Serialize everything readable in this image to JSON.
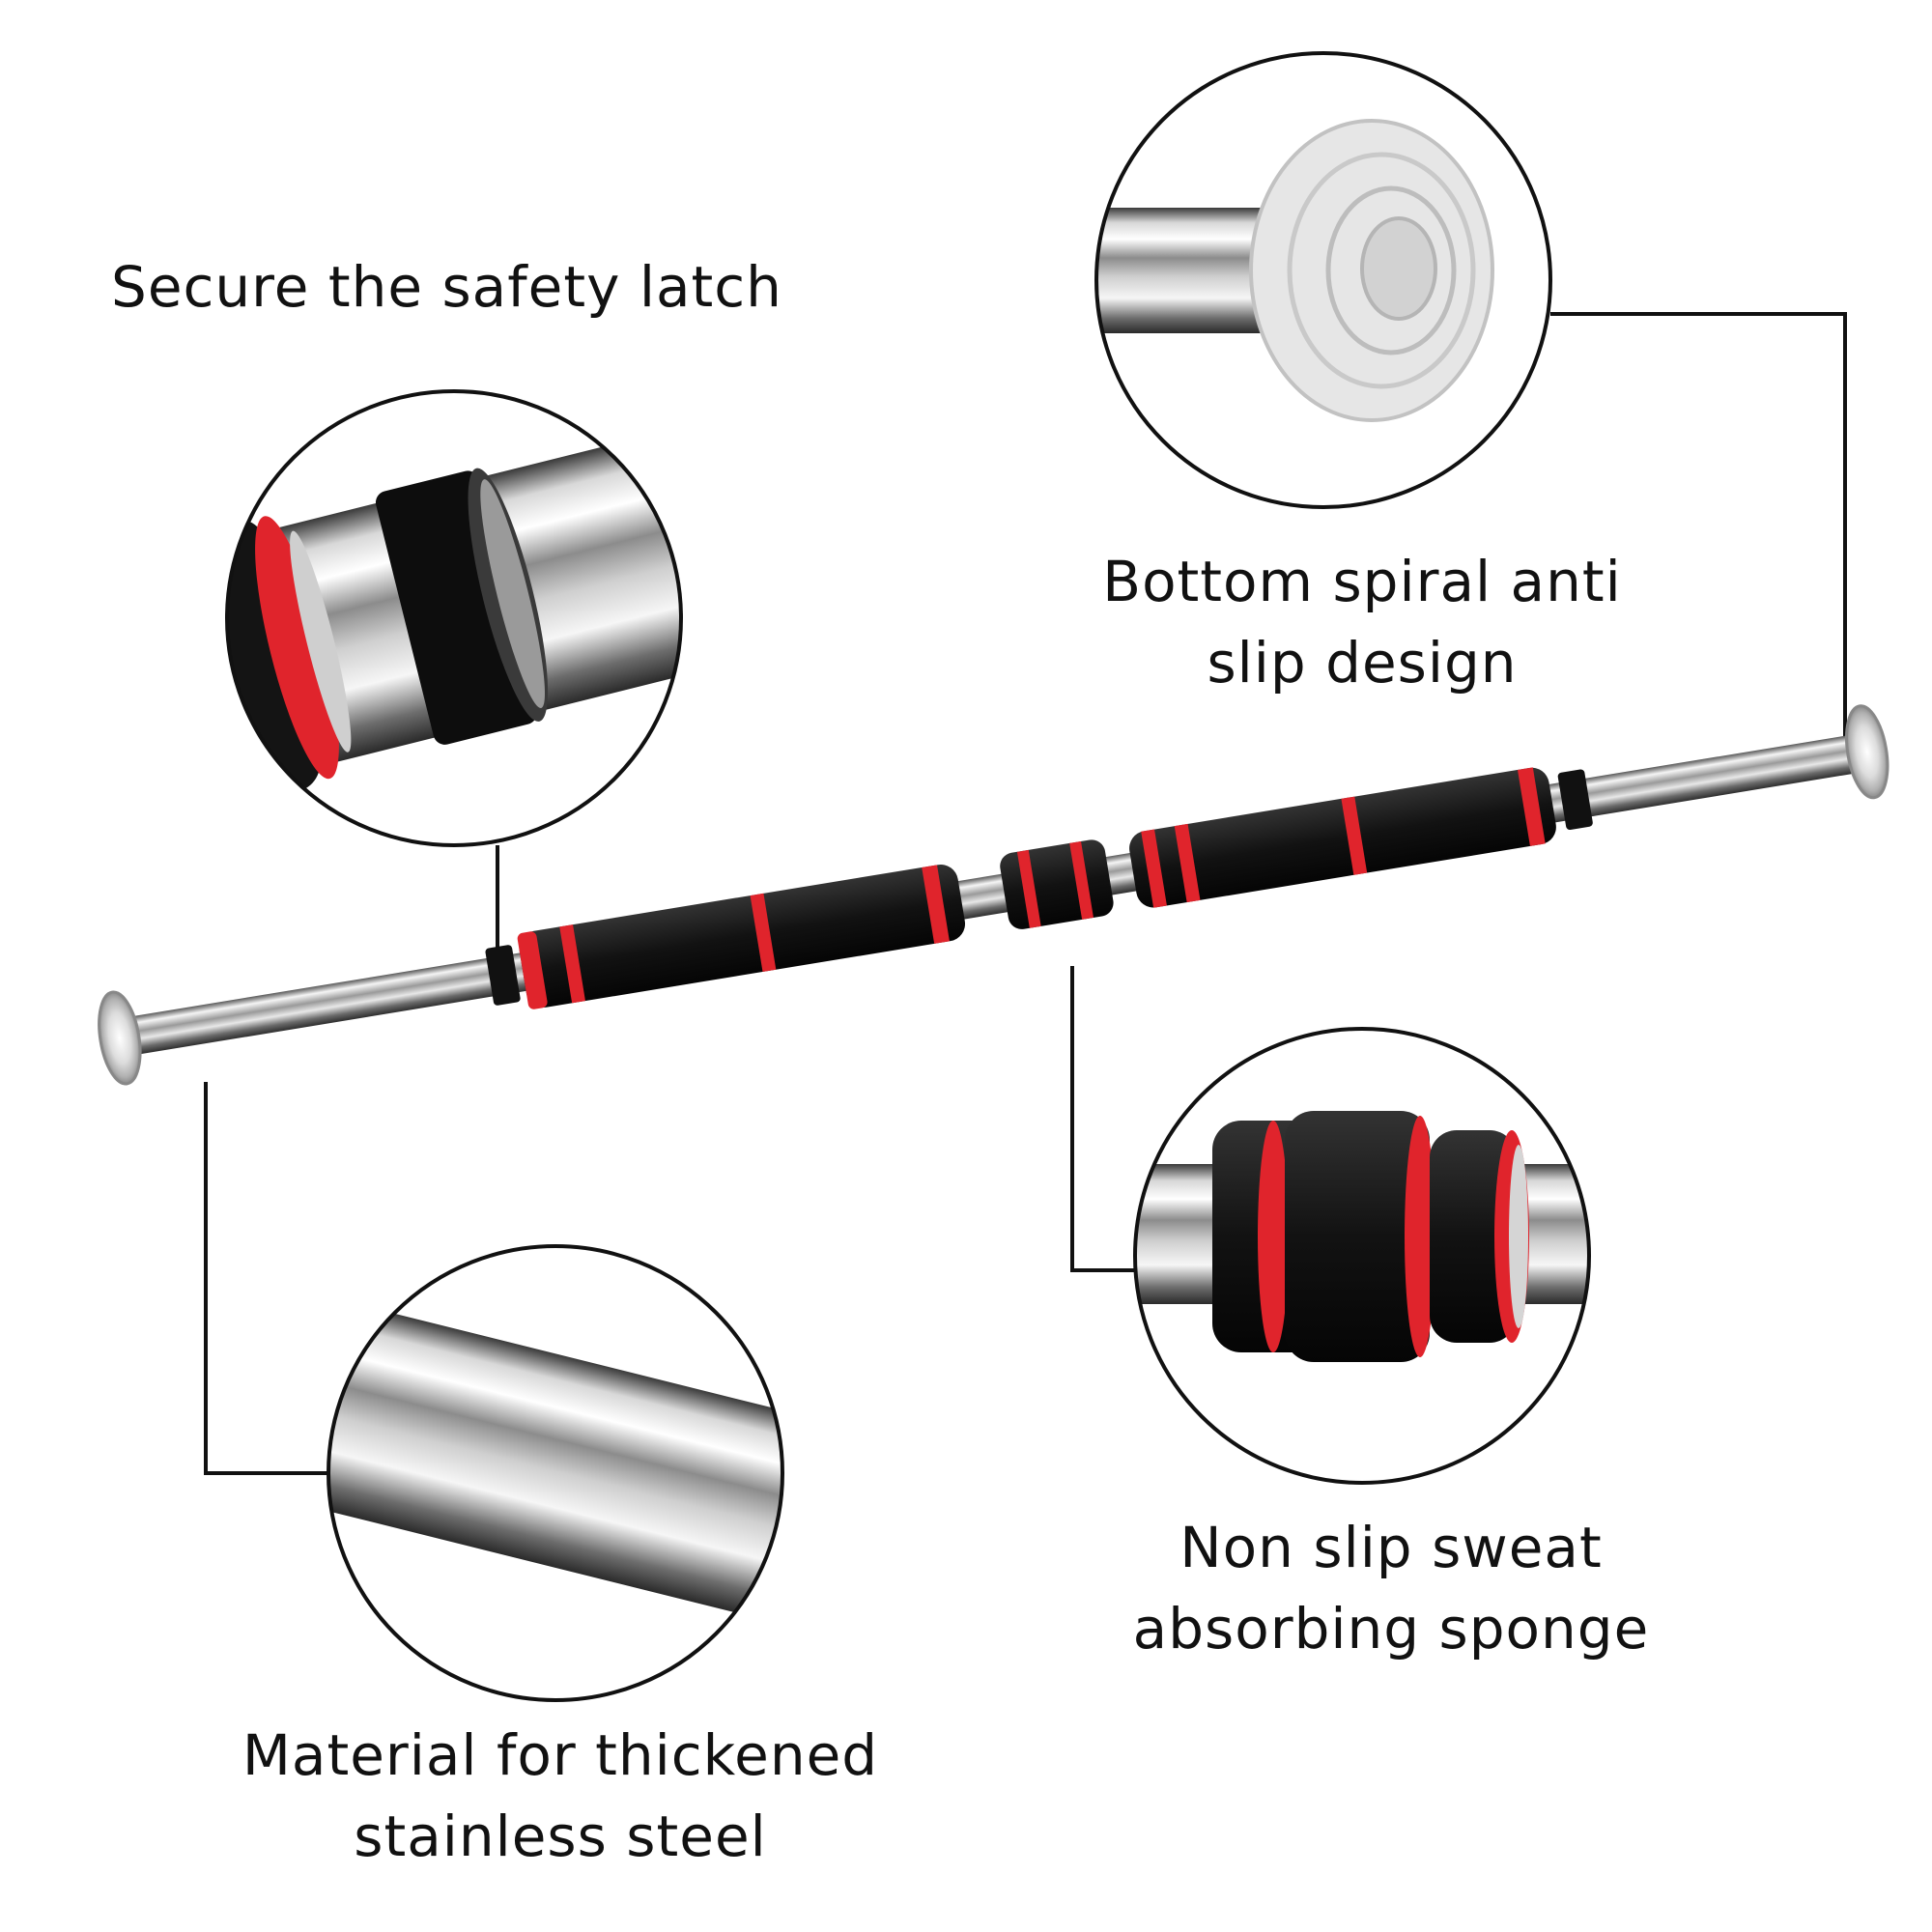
{
  "features": {
    "latch": {
      "lines": [
        "Secure the safety latch"
      ]
    },
    "spiral": {
      "lines": [
        "Bottom spiral anti",
        "slip design"
      ]
    },
    "sponge": {
      "lines": [
        "Non slip sweat",
        "absorbing sponge"
      ]
    },
    "steel": {
      "lines": [
        "Material for thickened",
        "stainless steel"
      ]
    }
  },
  "colors": {
    "foam": "#1a1a1a",
    "accent_red": "#e0242c",
    "steel_light": "#f2f2f2",
    "steel_dark": "#4a4a4a",
    "line": "#111111"
  },
  "icons": {
    "latch": "safety-latch-closeup",
    "spiral": "rubber-end-cap-closeup",
    "sponge": "foam-grip-closeup",
    "steel": "steel-tube-closeup"
  }
}
